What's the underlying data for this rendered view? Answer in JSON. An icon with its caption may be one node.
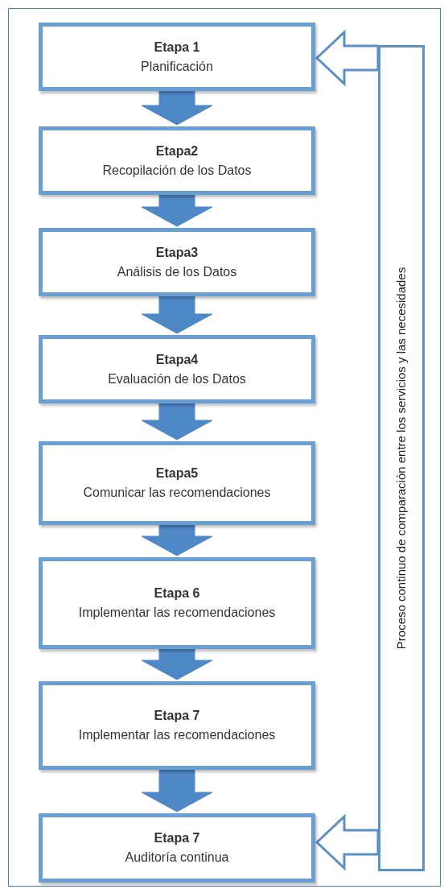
{
  "diagram": {
    "nodes": [
      {
        "text": [
          "Etapa 1",
          "Planificación"
        ]
      },
      {
        "text": [
          "Etapa2",
          "Recopilación de los Datos"
        ]
      },
      {
        "text": [
          "Etapa3",
          "Análisis de los Datos"
        ]
      },
      {
        "text": [
          "Etapa4",
          "Evaluación de los Datos"
        ]
      },
      {
        "text": [
          "Etapa5",
          "Comunicar las recomendaciones"
        ]
      },
      {
        "text": [
          "Etapa 6",
          "Implementar las recomendaciones"
        ]
      },
      {
        "text": [
          "Etapa 7",
          "Implementar las recomendaciones"
        ]
      },
      {
        "text": [
          "Etapa 7",
          "Auditoría continua"
        ]
      },
      {
        "text": [
          "Proceso continuo de comparación entre los servicios y las necesidades"
        ]
      }
    ],
    "edges": [
      {
        "from": 0,
        "to": 1,
        "arrow": "to"
      },
      {
        "from": 1,
        "to": 2,
        "arrow": "to"
      },
      {
        "from": 2,
        "to": 3,
        "arrow": "to"
      },
      {
        "from": 3,
        "to": 4,
        "arrow": "to"
      },
      {
        "from": 4,
        "to": 5,
        "arrow": "to"
      },
      {
        "from": 5,
        "to": 6,
        "arrow": "to"
      },
      {
        "from": 6,
        "to": 7,
        "arrow": "to"
      },
      {
        "from": 8,
        "to": 0,
        "arrow": "to"
      },
      {
        "from": 8,
        "to": 7,
        "arrow": "to"
      }
    ]
  }
}
